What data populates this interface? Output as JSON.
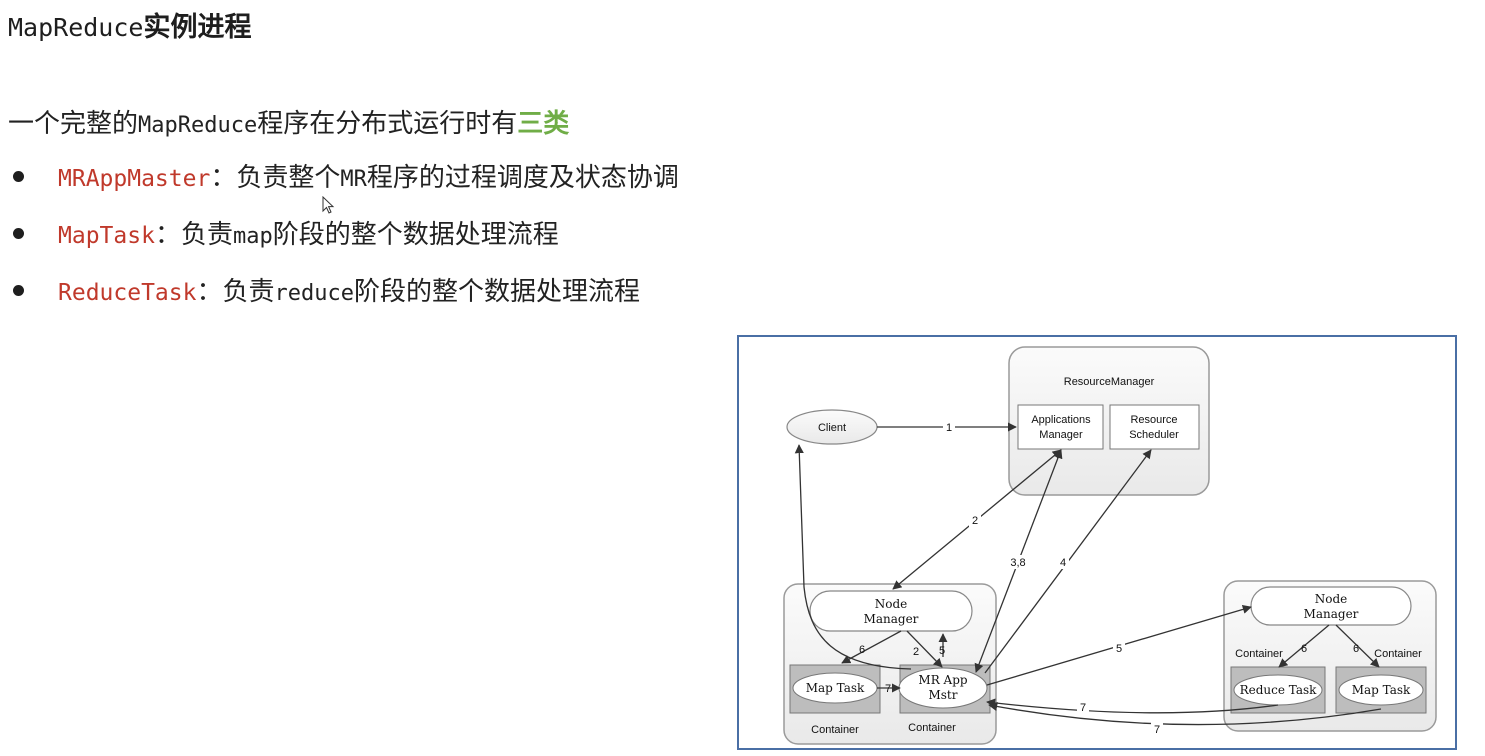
{
  "slide": {
    "title_latin": "MapReduce",
    "title_cjk": "实例进程",
    "intro": {
      "part1": "一个完整的",
      "part2": "MapReduce",
      "part3": "程序在分布式运行时有",
      "highlight": "三类"
    },
    "bullets": [
      {
        "term": "MRAppMaster",
        "sep": "：",
        "text_a": "负责整个",
        "text_mono": "MR",
        "text_b": "程序的过程调度及状态协调"
      },
      {
        "term": "MapTask",
        "sep": "：",
        "text_a": "负责",
        "text_mono": "map",
        "text_b": "阶段的整个数据处理流程"
      },
      {
        "term": "ReduceTask",
        "sep": "：",
        "text_a": "负责",
        "text_mono": "reduce",
        "text_b": "阶段的整个数据处理流程"
      }
    ]
  },
  "colors": {
    "term_red": "#c0392b",
    "highlight_green": "#70ad47",
    "figure_border": "#4a6fa5"
  },
  "diagram": {
    "resource_manager": "ResourceManager",
    "applications_manager_1": "Applications",
    "applications_manager_2": "Manager",
    "resource_scheduler_1": "Resource",
    "resource_scheduler_2": "Scheduler",
    "client": "Client",
    "node_manager_1": "Node",
    "node_manager_2": "Manager",
    "map_task": "Map Task",
    "reduce_task": "Reduce Task",
    "mr_app_1": "MR App",
    "mr_app_2": "Mstr",
    "container": "Container",
    "edges": {
      "e1": "1",
      "e2": "2",
      "e2b": "2",
      "e38": "3,8",
      "e4": "4",
      "e5": "5",
      "e5b": "5",
      "e6": "6",
      "e6b": "6",
      "e6c": "6",
      "e7": "7",
      "e7b": "7",
      "e7c": "7"
    }
  }
}
